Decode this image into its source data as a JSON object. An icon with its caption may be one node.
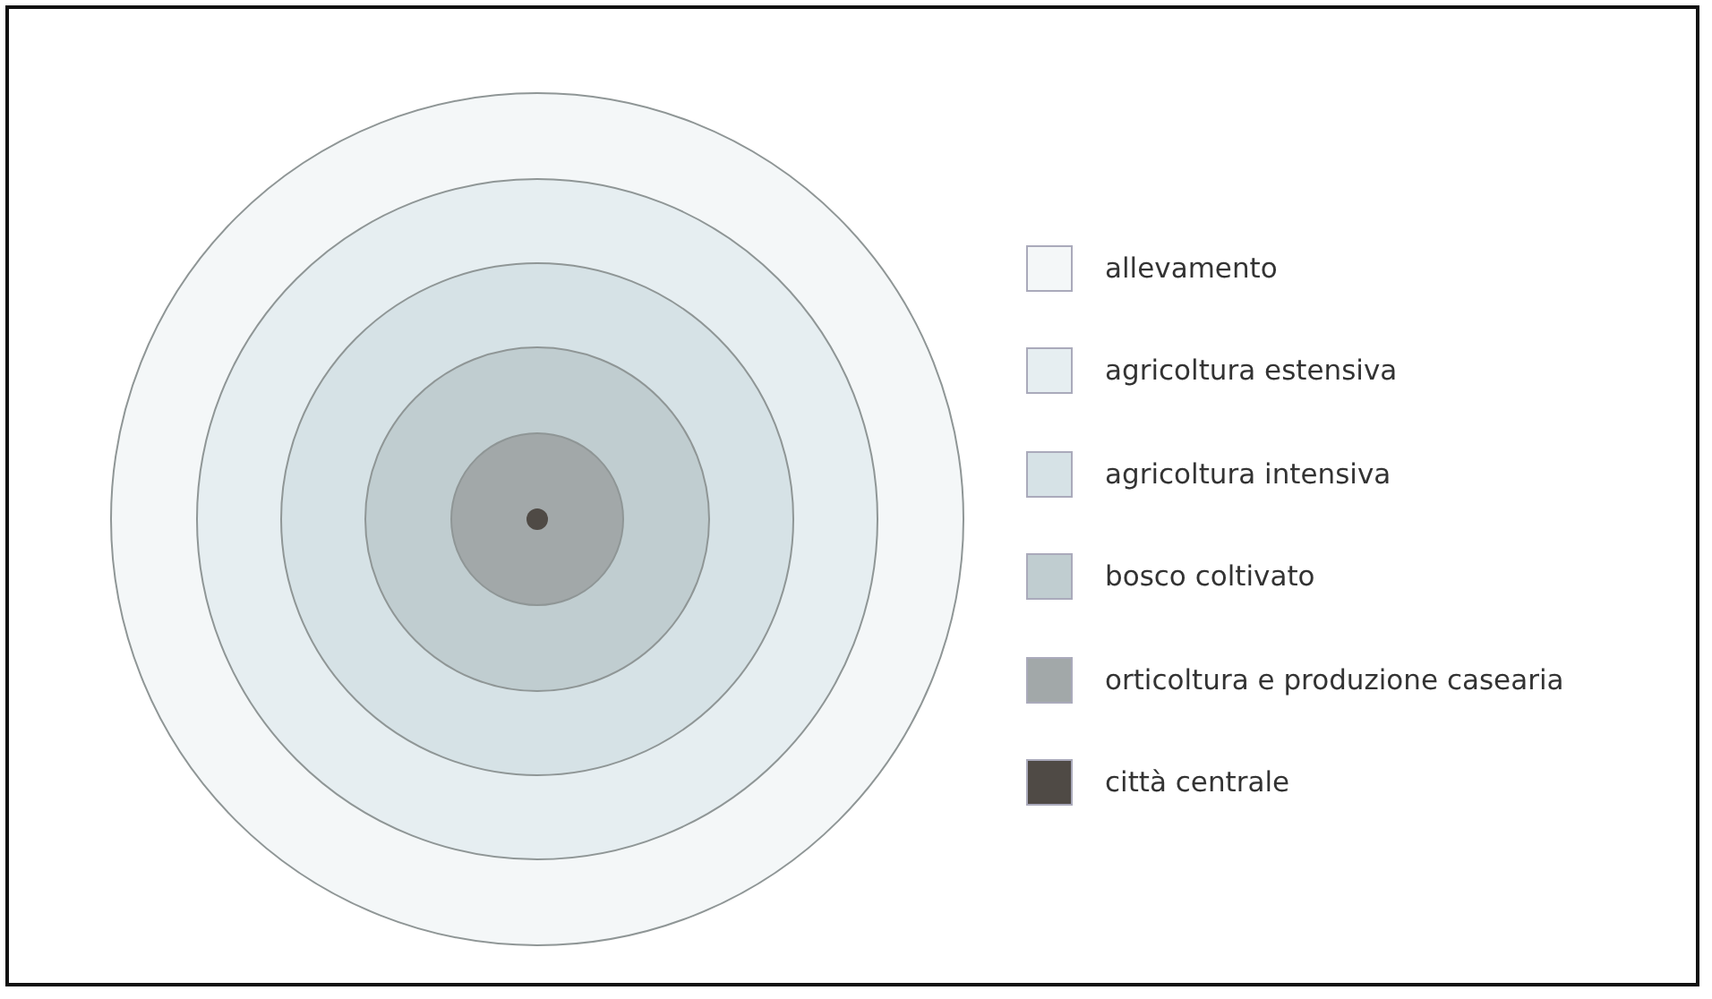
{
  "diagram": {
    "legend": [
      {
        "text": "allevamento",
        "color": "#f4f7f8"
      },
      {
        "text": "agricoltura estensiva",
        "color": "#e6eef1"
      },
      {
        "text": "agricoltura intensiva",
        "color": "#d6e2e6"
      },
      {
        "text": "bosco coltivato",
        "color": "#c0cdd0"
      },
      {
        "text": "orticoltura e produzione casearia",
        "color": "#a2a8a9"
      },
      {
        "text": "città centrale",
        "color": "#4f4a45"
      }
    ]
  }
}
